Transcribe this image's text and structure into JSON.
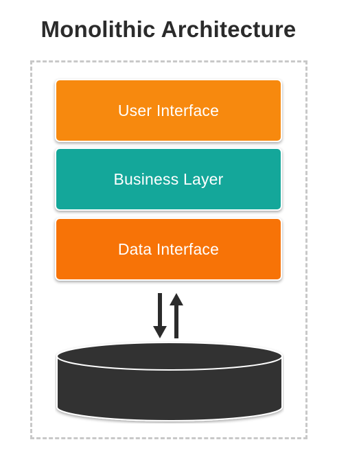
{
  "title": "Monolithic Architecture",
  "layers": [
    {
      "label": "User Interface",
      "color": "#F7890E"
    },
    {
      "label": "Business Layer",
      "color": "#14A79A"
    },
    {
      "label": "Data Interface",
      "color": "#F77307"
    }
  ],
  "database": {
    "color": "#333333"
  },
  "boundary": {
    "style": "dashed",
    "color": "#C8C8C8"
  }
}
